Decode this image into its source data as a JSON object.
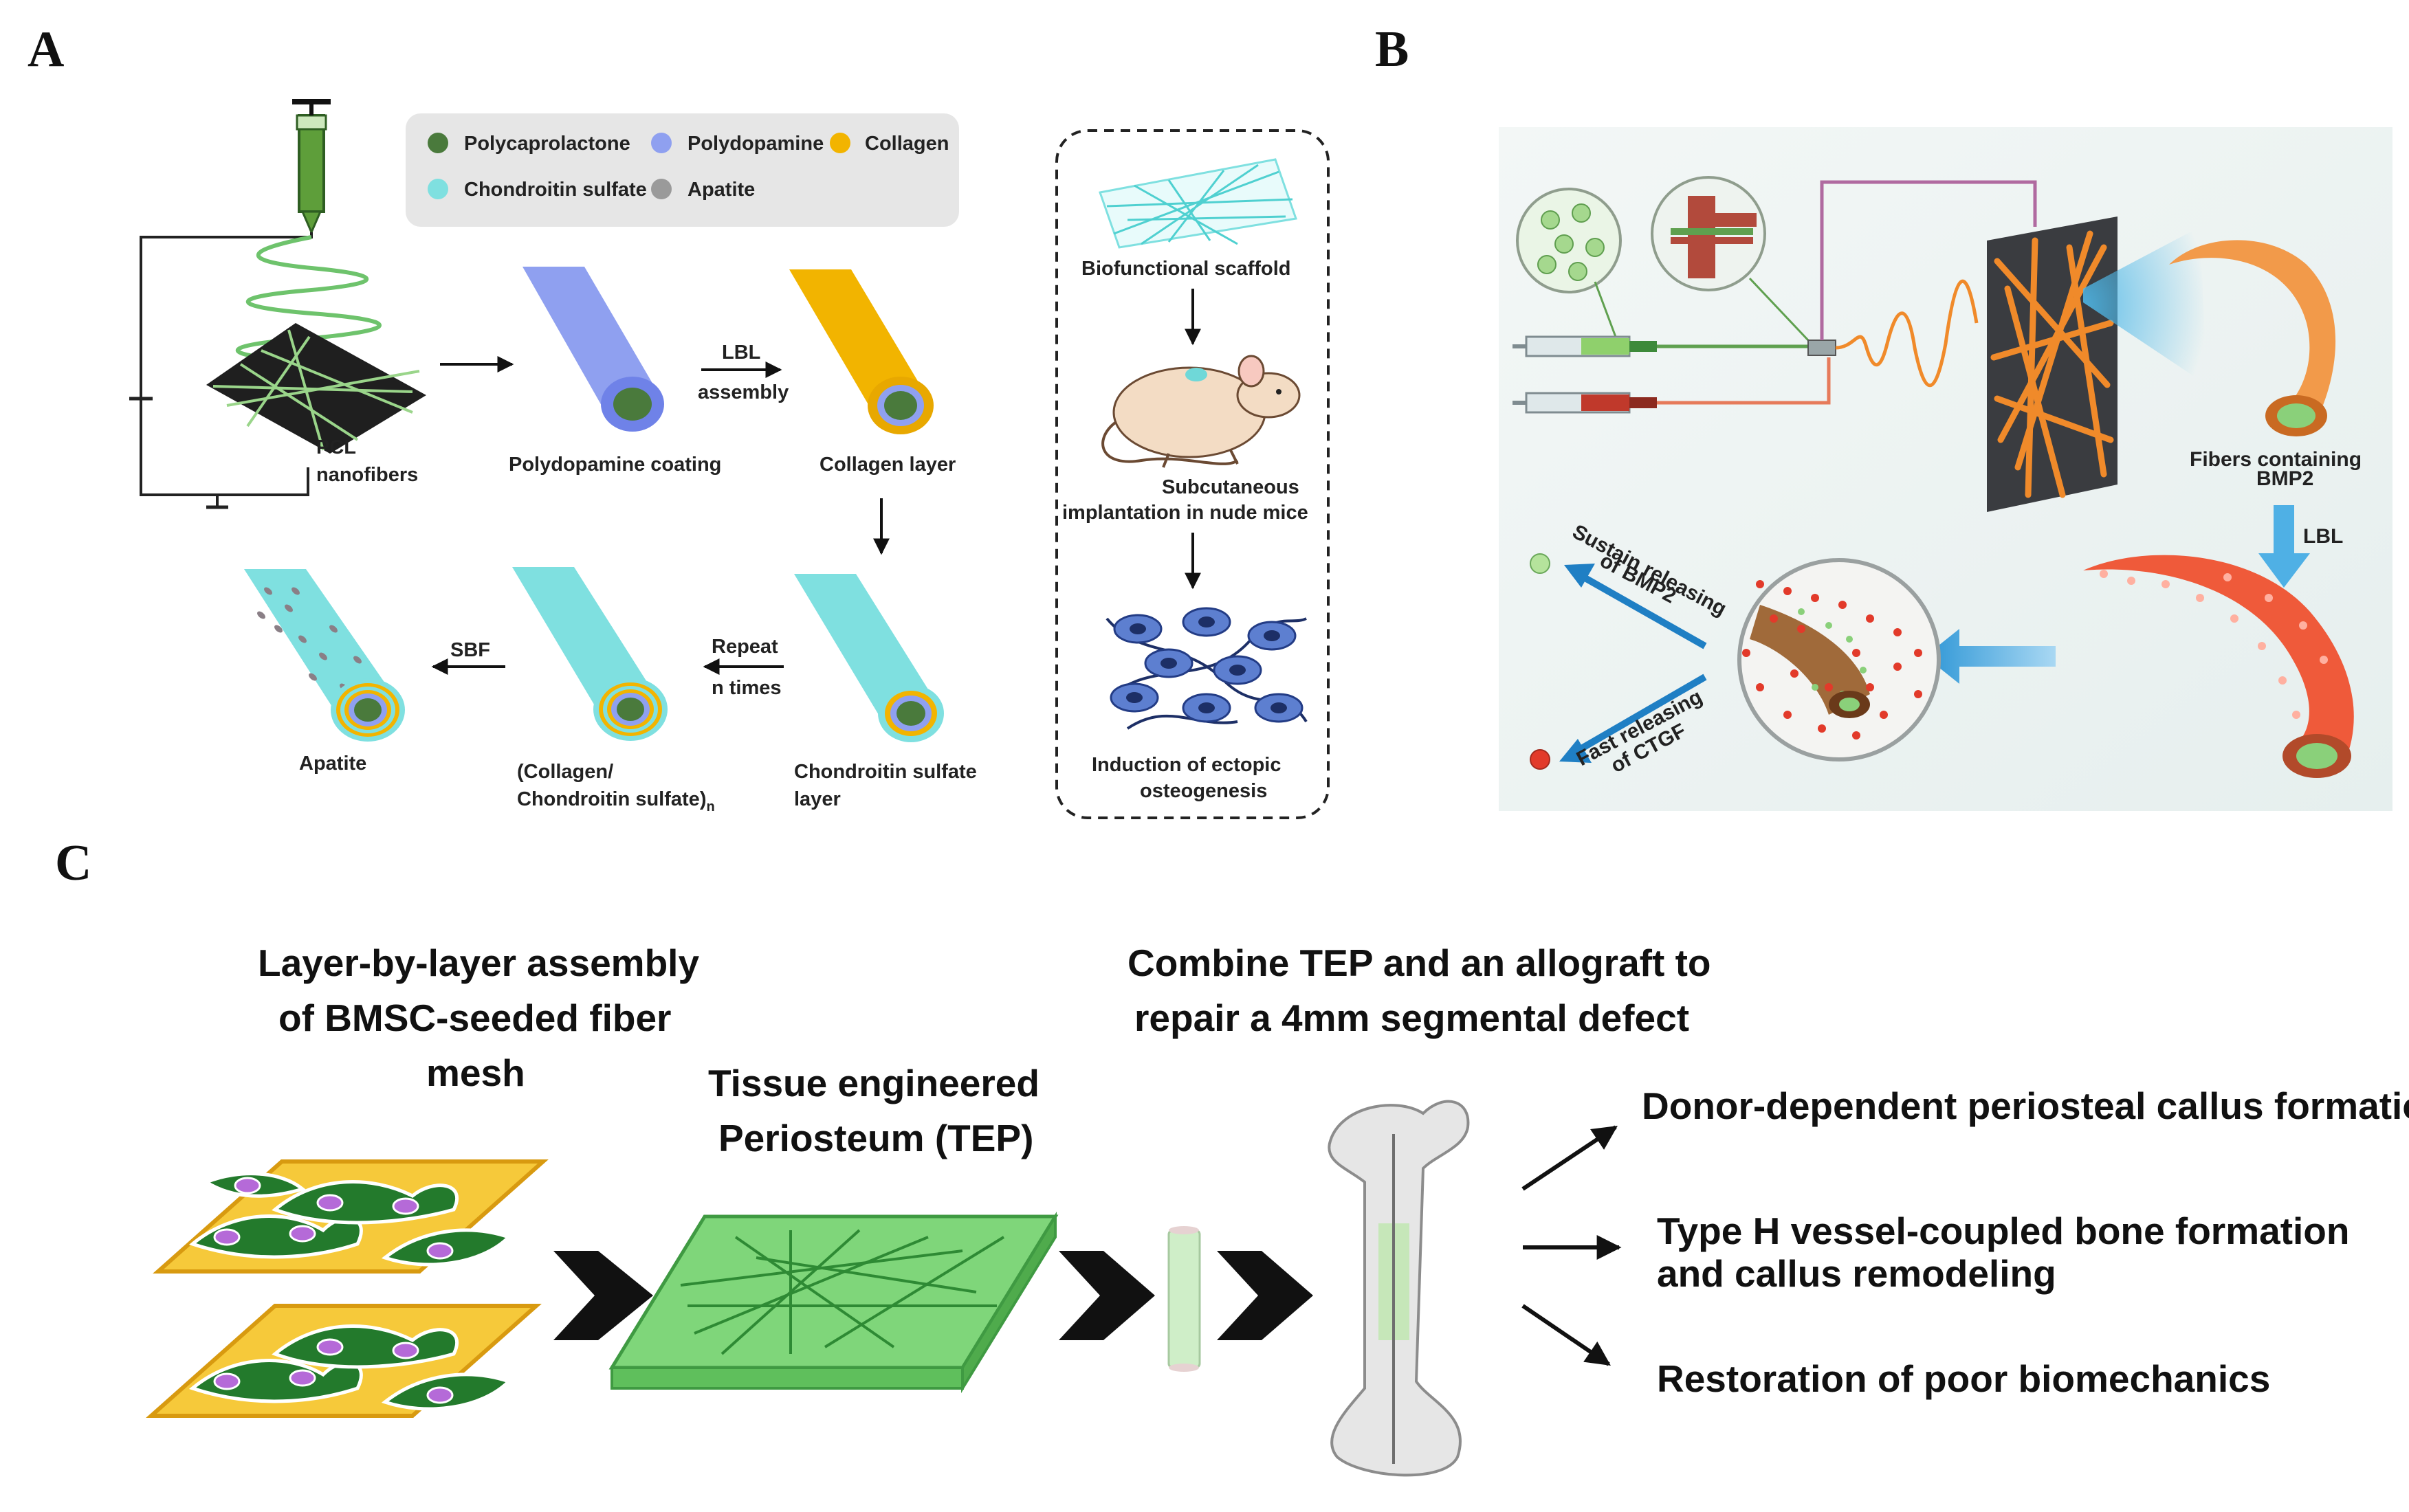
{
  "panels": {
    "A": {
      "letter": "A",
      "legend": [
        {
          "label": "Polycaprolactone",
          "color": "#4a7a3c"
        },
        {
          "label": "Polydopamine",
          "color": "#8fa0f0"
        },
        {
          "label": "Collagen",
          "color": "#f2b400"
        },
        {
          "label": "Chondroitin sulfate",
          "color": "#7fe0e0"
        },
        {
          "label": "Apatite",
          "color": "#9a9a9a"
        }
      ],
      "pcl_line1": "PCL",
      "pcl_line2": "nanofibers",
      "polydopamine_coating": "Polydopamine coating",
      "lbl_line1": "LBL",
      "lbl_line2": "assembly",
      "collagen_layer": "Collagen layer",
      "cs_layer_line1": "Chondroitin sulfate",
      "cs_layer_line2": "layer",
      "repeat_line1": "Repeat",
      "repeat_line2": "n  times",
      "multilayer_line1": "(Collagen/",
      "multilayer_line2": "Chondroitin sulfate)",
      "multilayer_subscript": "n",
      "sbf": "SBF",
      "apatite": "Apatite",
      "scaffold": "Biofunctional scaffold",
      "implant_line1": "Subcutaneous",
      "implant_line2": "implantation in nude mice",
      "induction_line1": "Induction of ectopic",
      "induction_line2": "osteogenesis"
    },
    "B": {
      "letter": "B",
      "fibers_line1": "Fibers containing",
      "fibers_line2": "BMP2",
      "lbl": "LBL",
      "sustain_line1": "Sustain releasing",
      "sustain_line2": "of BMP2",
      "fast_line1": "Fast releasing",
      "fast_line2": "of CTGF"
    },
    "C": {
      "letter": "C",
      "step1": [
        "Layer-by-layer assembly",
        "of BMSC-seeded fiber",
        "mesh"
      ],
      "step2": [
        "Tissue engineered",
        "Periosteum (TEP)"
      ],
      "step3": [
        "Combine TEP and an allograft to",
        "repair a 4mm segmental defect"
      ],
      "outcomes": [
        [
          "Donor-dependent periosteal callus formation"
        ],
        [
          "Type H vessel-coupled bone formation",
          "and callus remodeling"
        ],
        [
          "Restoration of poor biomechanics"
        ]
      ]
    }
  }
}
